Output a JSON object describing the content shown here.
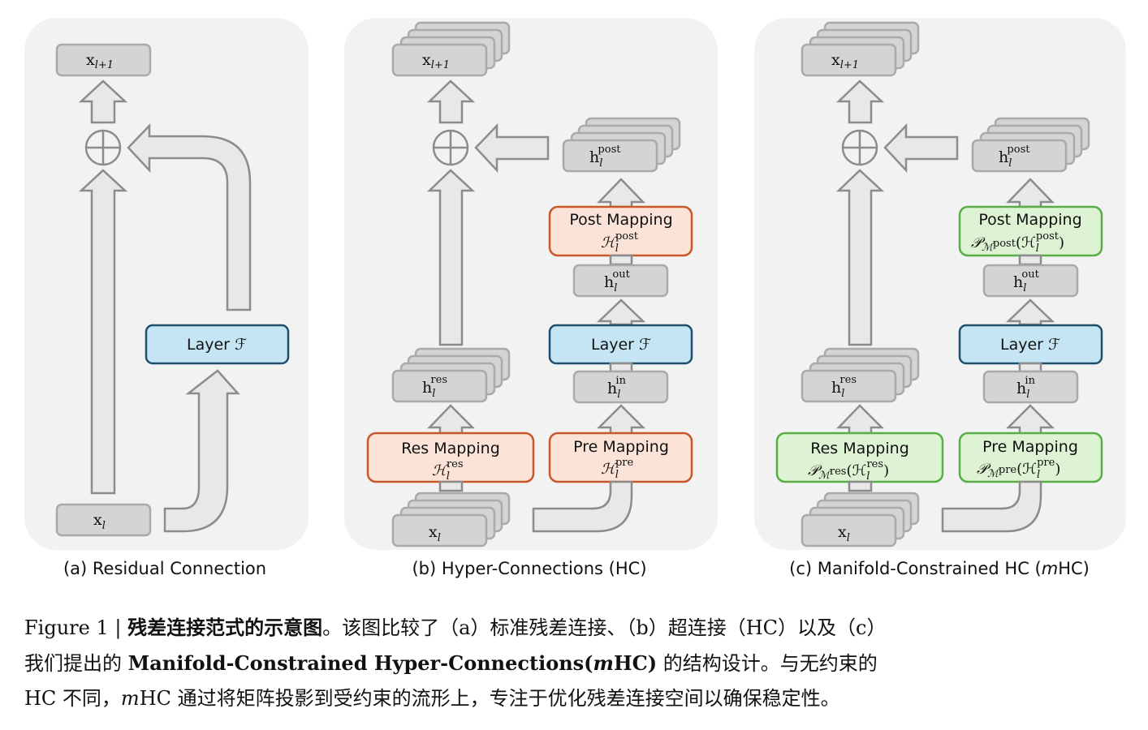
{
  "panels": [
    {
      "id": "a",
      "caption_prefix": "(a) ",
      "caption": "Residual Connection",
      "output": {
        "base": "x",
        "sub": "l+1"
      },
      "input": {
        "base": "x",
        "sub": "l"
      },
      "layer": "Layer ℱ"
    },
    {
      "id": "b",
      "caption_prefix": "(b) ",
      "caption": "Hyper-Connections (HC)",
      "output": {
        "base": "x",
        "sub": "l+1"
      },
      "input": {
        "base": "x",
        "sub": "l"
      },
      "h_post": {
        "base": "h",
        "sub": "l",
        "sup": "post"
      },
      "h_out": {
        "base": "h",
        "sub": "l",
        "sup": "out"
      },
      "h_in": {
        "base": "h",
        "sub": "l",
        "sup": "in"
      },
      "h_res": {
        "base": "h",
        "sub": "l",
        "sup": "res"
      },
      "layer": "Layer ℱ",
      "post_mapping": {
        "title": "Post Mapping",
        "formula_main": "ℋ",
        "formula_sub": "l",
        "formula_sup": "post"
      },
      "res_mapping": {
        "title": "Res Mapping",
        "formula_main": "ℋ",
        "formula_sub": "l",
        "formula_sup": "res"
      },
      "pre_mapping": {
        "title": "Pre Mapping",
        "formula_main": "ℋ",
        "formula_sub": "l",
        "formula_sup": "pre"
      }
    },
    {
      "id": "c",
      "caption_prefix": "(c) ",
      "caption_main": "Manifold-Constrained HC (",
      "caption_italic": "m",
      "caption_tail": "HC)",
      "output": {
        "base": "x",
        "sub": "l+1"
      },
      "input": {
        "base": "x",
        "sub": "l"
      },
      "h_post": {
        "base": "h",
        "sub": "l",
        "sup": "post"
      },
      "h_out": {
        "base": "h",
        "sub": "l",
        "sup": "out"
      },
      "h_in": {
        "base": "h",
        "sub": "l",
        "sup": "in"
      },
      "h_res": {
        "base": "h",
        "sub": "l",
        "sup": "res"
      },
      "layer": "Layer ℱ",
      "post_mapping": {
        "title": "Post Mapping",
        "proj": "𝒫",
        "proj_sub": "ℳ",
        "proj_sup": "post",
        "formula_main": "(ℋ",
        "formula_sub": "l",
        "formula_sup": "post",
        "close": ")"
      },
      "res_mapping": {
        "title": "Res Mapping",
        "proj": "𝒫",
        "proj_sub": "ℳ",
        "proj_sup": "res",
        "formula_main": "(ℋ",
        "formula_sub": "l",
        "formula_sup": "res",
        "close": ")"
      },
      "pre_mapping": {
        "title": "Pre Mapping",
        "proj": "𝒫",
        "proj_sub": "ℳ",
        "proj_sup": "pre",
        "formula_main": "(ℋ",
        "formula_sub": "l",
        "formula_sup": "pre",
        "close": ")"
      }
    }
  ],
  "colors": {
    "panel_background": "#f2f2f2",
    "state_box": "#d4d4d4",
    "layer_box": "#c5e5f4",
    "hc_mapping": "#fbe3d8",
    "mhc_mapping": "#def3d3"
  },
  "caption": {
    "label": "Figure 1 | ",
    "title_bold": "残差连接范式的示意图",
    "line1_rest": "。该图比较了（a）标准残差连接、（b）超连接（HC）以及（c）",
    "line2_a": "我们提出的 ",
    "line2_bold": "Manifold-Constrained Hyper-Connections(",
    "line2_bold_italic": "m",
    "line2_bold_tail": "HC)",
    "line2_b": " 的结构设计。与无约束的",
    "line3_a": "HC 不同，",
    "line3_italic": "m",
    "line3_b": "HC 通过将矩阵投影到受约束的流形上，专注于优化残差连接空间以确保稳定性。"
  }
}
